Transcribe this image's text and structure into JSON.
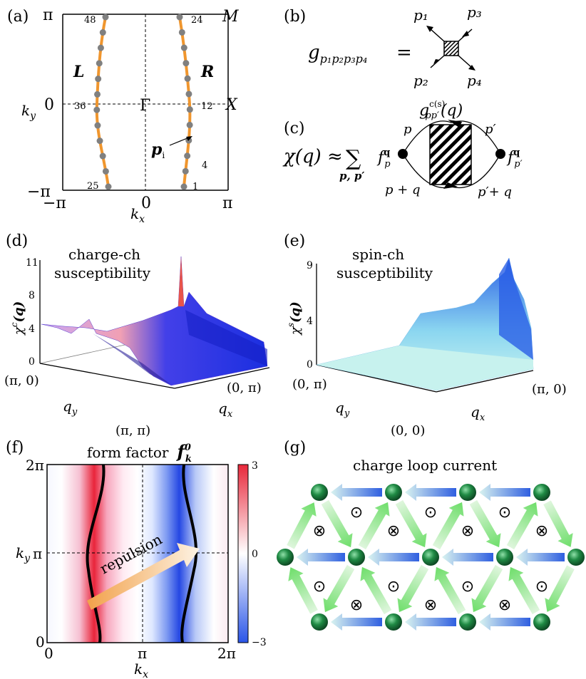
{
  "panel_labels": [
    "(a)",
    "(b)",
    "(c)",
    "(d)",
    "(e)",
    "(f)",
    "(g)"
  ],
  "panel_a": {
    "y_ticks": [
      "π",
      "0",
      "−π"
    ],
    "x_ticks": [
      "−π",
      "0",
      "π"
    ],
    "y_label": "k_y",
    "x_label": "k_x",
    "gamma": "Γ",
    "M": "M",
    "X": "X",
    "L": "L",
    "R": "R",
    "p_i": "p",
    "p_i_sub": "i",
    "patch_numbers": [
      "48",
      "36",
      "25",
      "24",
      "12",
      "4",
      "1"
    ]
  },
  "panel_b": {
    "lhs": "g",
    "lhs_sub": "p₁p₂p₃p₄",
    "equals": "=",
    "legs": [
      "p₁",
      "p₃",
      "p₂",
      "p₄"
    ]
  },
  "panel_c": {
    "lhs": "χ(q) ≈",
    "sum": "∑",
    "sum_sub": "p, p′",
    "f_left": "f",
    "f_left_sup": "q",
    "f_left_sub": "p",
    "f_right": "f",
    "f_right_sup": "q",
    "f_right_sub": "p′",
    "g": "g",
    "g_sup": "c(s)",
    "g_sub": "pp′",
    "g_arg": "(q)",
    "lines": [
      "p",
      "p′",
      "p + q",
      "p′+ q"
    ]
  },
  "panel_d": {
    "title_line1": "charge-ch",
    "title_line2": "susceptibility",
    "z_ticks": [
      "11",
      "8",
      "4",
      "0"
    ],
    "z_label": "χ",
    "z_label_sup": "c",
    "z_label_arg": "(q)",
    "qy_ticks": [
      "(π, 0)",
      "(π, π)"
    ],
    "qx_ticks": [
      "(0, π)"
    ],
    "qy_label": "q",
    "qy_sub": "y",
    "qx_label": "q",
    "qx_sub": "x"
  },
  "panel_e": {
    "title_line1": "spin-ch",
    "title_line2": "susceptibility",
    "z_ticks": [
      "9",
      "4",
      "0"
    ],
    "z_label": "χ",
    "z_label_sup": "s",
    "z_label_arg": "(q)",
    "qy_ticks": [
      "(0, π)",
      "(0, 0)"
    ],
    "qx_ticks": [
      "(π, 0)"
    ],
    "qy_label": "q",
    "qy_sub": "y",
    "qx_label": "q",
    "qx_sub": "x"
  },
  "panel_f": {
    "title": "form factor",
    "title_sym": "f",
    "title_sup": "0",
    "title_sub": "k",
    "y_ticks": [
      "2π",
      "π",
      "0"
    ],
    "x_ticks": [
      "0",
      "π",
      "2π"
    ],
    "y_label": "k_y",
    "x_label": "k_x",
    "arrow_label": "repulsion",
    "colorbar_ticks": [
      "3",
      "0",
      "−3"
    ]
  },
  "panel_g": {
    "title": "charge loop current",
    "dot_symbol": "⊙",
    "cross_symbol": "⊗"
  },
  "colors": {
    "fermi_orange": "#f0962e",
    "patch_gray": "#808080",
    "charge_blue": "#1a2bd8",
    "spin_blue": "#2b5fe6",
    "spin_cyan": "#c7f2ee",
    "atom_green": "#1f7a3a",
    "arrow_blue": "#2f5fe0",
    "arrow_green": "#7fe07a",
    "cb_red": "#e8283a",
    "cb_blue": "#2a55e8"
  }
}
